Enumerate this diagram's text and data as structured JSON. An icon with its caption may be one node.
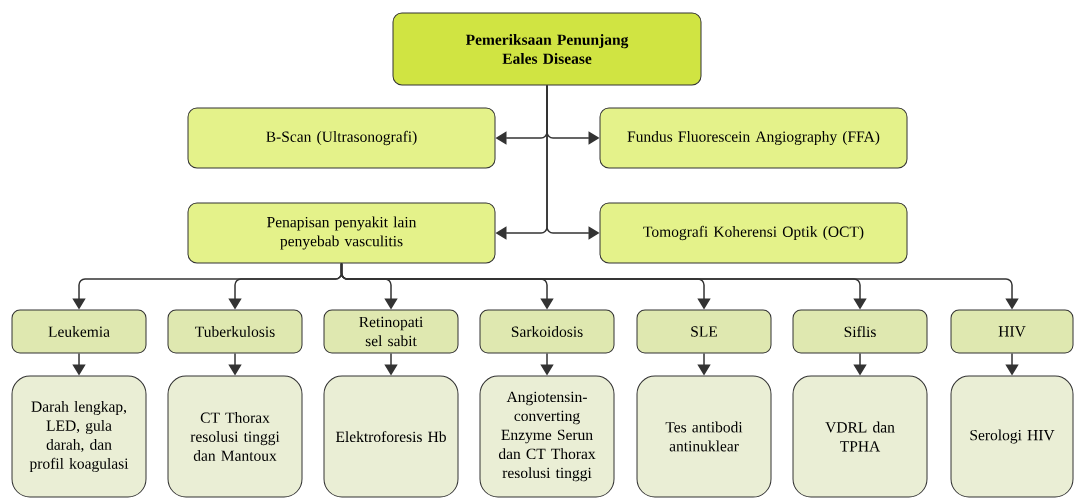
{
  "diagram": {
    "nodes": [
      {
        "text": [
          "Pemeriksaan Penunjang Eales Disease"
        ]
      },
      {
        "text": [
          "B-Scan (Ultrasonografi)"
        ]
      },
      {
        "text": [
          "Fundus Fluorescein Angiography (FFA)"
        ]
      },
      {
        "text": [
          "Penapisan penyakit lain penyebab vasculitis"
        ]
      },
      {
        "text": [
          "Tomografi Koherensi Optik (OCT)"
        ]
      },
      {
        "text": [
          "Leukemia"
        ]
      },
      {
        "text": [
          "Tuberkulosis"
        ]
      },
      {
        "text": [
          "Retinopati sel sabit"
        ]
      },
      {
        "text": [
          "Sarkoidosis"
        ]
      },
      {
        "text": [
          "SLE"
        ]
      },
      {
        "text": [
          "Siflis"
        ]
      },
      {
        "text": [
          "HIV"
        ]
      },
      {
        "text": [
          "Darah lengkap, LED, gula darah, dan profil koagulasi"
        ]
      },
      {
        "text": [
          "CT Thorax resolusi tinggi dan Mantoux"
        ]
      },
      {
        "text": [
          "Elektroforesis Hb"
        ]
      },
      {
        "text": [
          "Angiotensin-converting Enzyme Serun dan CT Thorax resolusi tinggi"
        ]
      },
      {
        "text": [
          "Tes antibodi antinuklear"
        ]
      },
      {
        "text": [
          "VDRL dan TPHA"
        ]
      },
      {
        "text": [
          "Serologi HIV"
        ]
      }
    ],
    "edges": [
      {
        "from": 0,
        "to": 1,
        "arrow": "to"
      },
      {
        "from": 0,
        "to": 2,
        "arrow": "to"
      },
      {
        "from": 0,
        "to": 3,
        "arrow": "to"
      },
      {
        "from": 0,
        "to": 4,
        "arrow": "to"
      },
      {
        "from": 3,
        "to": 5,
        "arrow": "to"
      },
      {
        "from": 3,
        "to": 6,
        "arrow": "to"
      },
      {
        "from": 3,
        "to": 7,
        "arrow": "to"
      },
      {
        "from": 3,
        "to": 8,
        "arrow": "to"
      },
      {
        "from": 3,
        "to": 9,
        "arrow": "to"
      },
      {
        "from": 3,
        "to": 10,
        "arrow": "to"
      },
      {
        "from": 3,
        "to": 11,
        "arrow": "to"
      },
      {
        "from": 5,
        "to": 12,
        "arrow": "to"
      },
      {
        "from": 6,
        "to": 13,
        "arrow": "to"
      },
      {
        "from": 7,
        "to": 14,
        "arrow": "to"
      },
      {
        "from": 8,
        "to": 15,
        "arrow": "to"
      },
      {
        "from": 9,
        "to": 16,
        "arrow": "to"
      },
      {
        "from": 10,
        "to": 17,
        "arrow": "to"
      },
      {
        "from": 11,
        "to": 18,
        "arrow": "to"
      }
    ]
  }
}
